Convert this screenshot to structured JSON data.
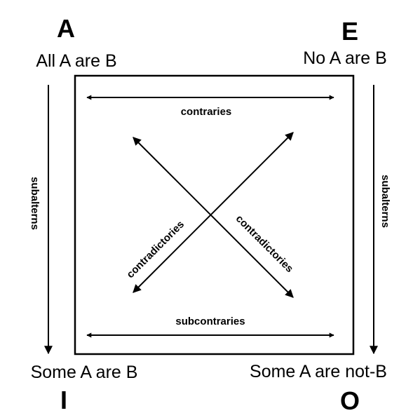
{
  "corners": {
    "top_left": {
      "letter": "A",
      "statement": "All A are B"
    },
    "top_right": {
      "letter": "E",
      "statement": "No A are B"
    },
    "bottom_left": {
      "letter": "I",
      "statement": "Some A are B"
    },
    "bottom_right": {
      "letter": "O",
      "statement": "Some A are not-B"
    }
  },
  "relations": {
    "top": "contraries",
    "bottom": "subcontraries",
    "left": "subalterns",
    "right": "subalterns",
    "diagonal_up": "contradictories",
    "diagonal_down": "contradictories"
  }
}
